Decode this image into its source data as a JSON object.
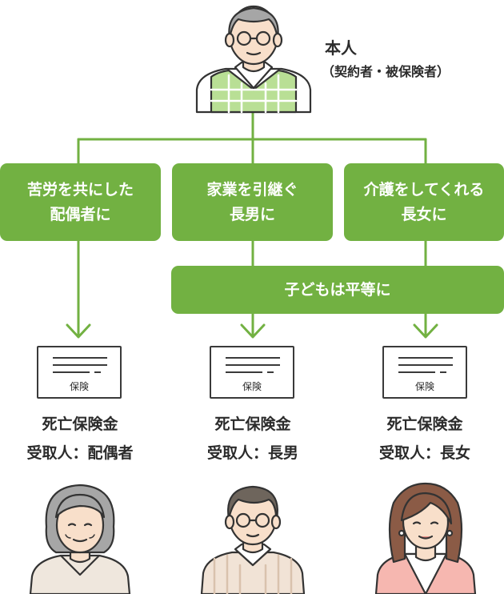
{
  "insured": {
    "title": "本人",
    "subtitle": "（契約者・被保険者）"
  },
  "reasons": [
    {
      "text": "苦労を共にした\n配偶者に"
    },
    {
      "text": "家業を引継ぐ\n長男に"
    },
    {
      "text": "介護をしてくれる\n長女に"
    }
  ],
  "equal_box": {
    "text": "子どもは平等に"
  },
  "policies": [
    {
      "doc_label": "保険",
      "benefit": "死亡保険金",
      "recipient": "受取人：配偶者"
    },
    {
      "doc_label": "保険",
      "benefit": "死亡保険金",
      "recipient": "受取人：長男"
    },
    {
      "doc_label": "保険",
      "benefit": "死亡保険金",
      "recipient": "受取人：長女"
    }
  ],
  "colors": {
    "accent_green": "#72b142",
    "line_green": "#72b142",
    "outline": "#3a3a3a"
  },
  "icons": [
    "elderly-man-icon",
    "elderly-woman-icon",
    "middle-aged-man-icon",
    "woman-icon",
    "document-icon",
    "arrow-down-icon"
  ]
}
